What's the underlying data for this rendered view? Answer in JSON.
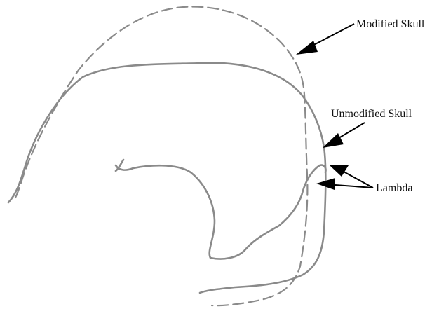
{
  "labels": {
    "modified": "Modified Skull",
    "unmodified": "Unmodified Skull",
    "lambda": "Lambda"
  },
  "colors": {
    "outline": "#8a8a8a",
    "arrow": "#000000",
    "text": "#111111",
    "background": "#ffffff"
  }
}
